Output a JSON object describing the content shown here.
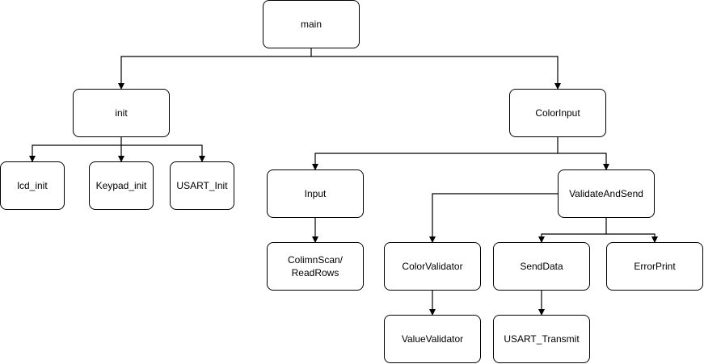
{
  "nodes": {
    "main": "main",
    "init": "init",
    "color_input": "ColorInput",
    "lcd_init": "lcd_init",
    "keypad_init": "Keypad_init",
    "usart_init": "USART_Init",
    "input": "Input",
    "validate_and_send": "ValidateAndSend",
    "column_scan": "ColimnScan/\nReadRows",
    "color_validator": "ColorValidator",
    "send_data": "SendData",
    "error_print": "ErrorPrint",
    "value_validator": "ValueValidator",
    "usart_transmit": "USART_Transmit"
  },
  "style": {
    "line_color": "#000000",
    "box_border_color": "#000000",
    "box_fill_color": "#ffffff"
  }
}
